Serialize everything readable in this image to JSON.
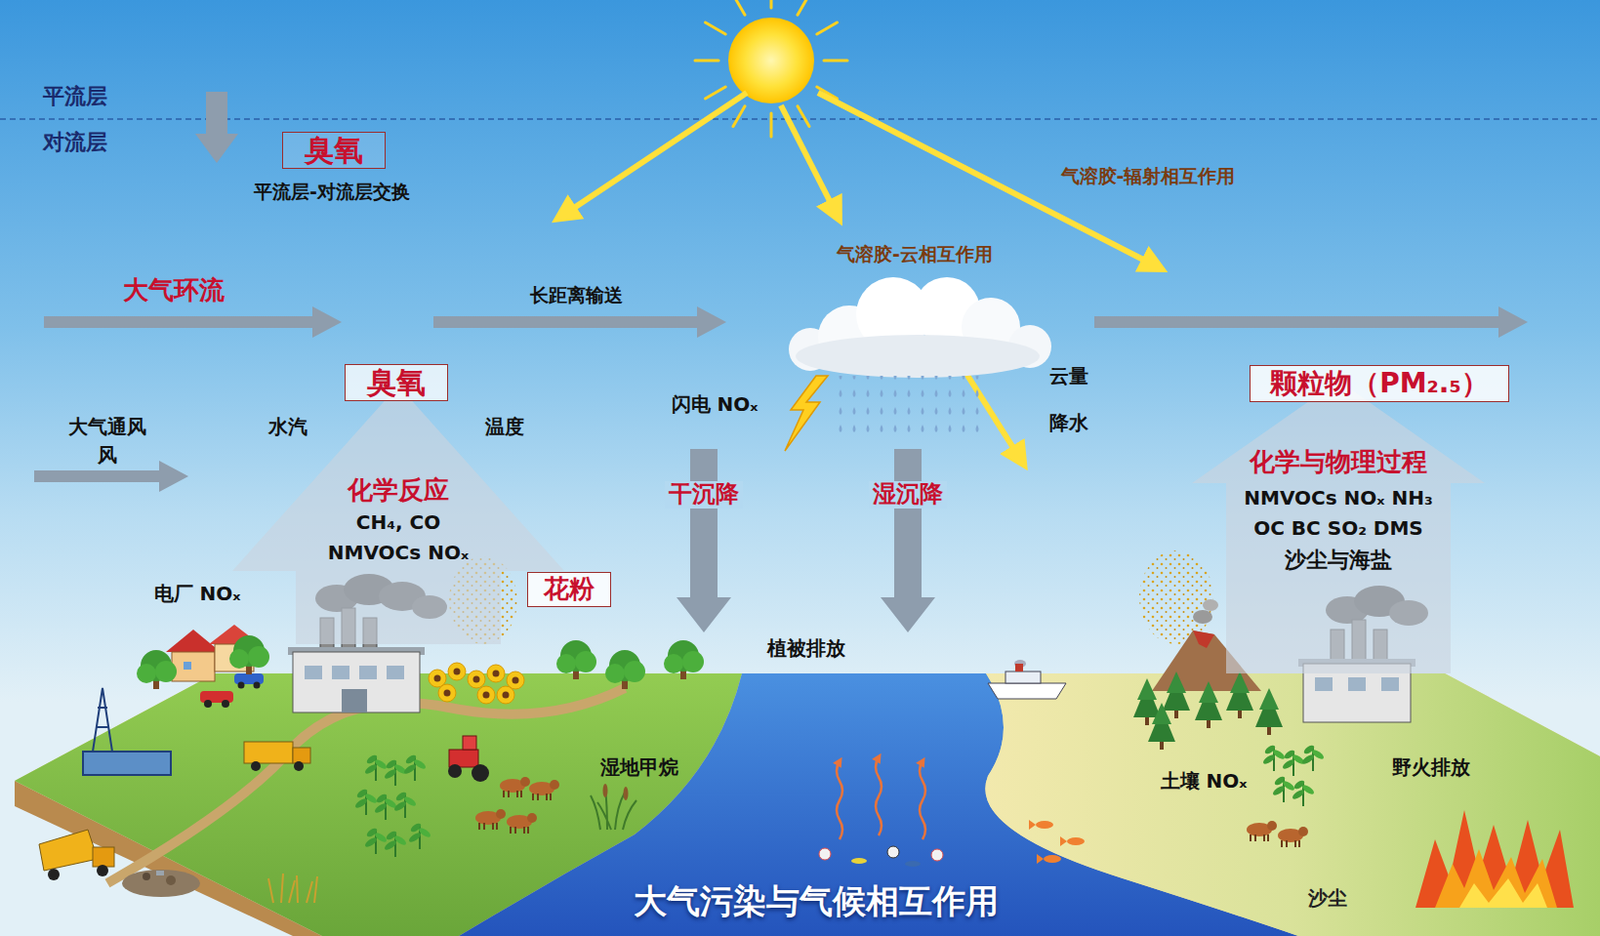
{
  "diagram": {
    "title": "大气污染与气候相互作用",
    "nodes": [
      {
        "text": [
          "臭氧"
        ]
      },
      {
        "text": [
          "臭氧"
        ]
      },
      {
        "text": [
          "化学反应",
          "CH₄, CO",
          "NMVOCs NOₓ"
        ]
      },
      {
        "text": [
          "花粉"
        ]
      },
      {
        "text": [
          "颗粒物（PM₂.₅）"
        ]
      },
      {
        "text": [
          "化学与物理过程",
          "NMVOCs NOₓ NH₃",
          "OC BC SO₂ DMS",
          "沙尘与海盐"
        ]
      }
    ],
    "labels": [
      "平流层",
      "对流层",
      "平流层-对流层交换",
      "气溶胶-辐射相互作用",
      "大气环流",
      "长距离输送",
      "气溶胶-云相互作用",
      "大气通风",
      "风",
      "水汽",
      "温度",
      "闪电 NOₓ",
      "云量",
      "降水",
      "电厂 NOₓ",
      "干沉降",
      "湿沉降",
      "植被排放",
      "湿地甲烷",
      "土壤 NOₓ",
      "野火排放",
      "沙尘"
    ]
  }
}
